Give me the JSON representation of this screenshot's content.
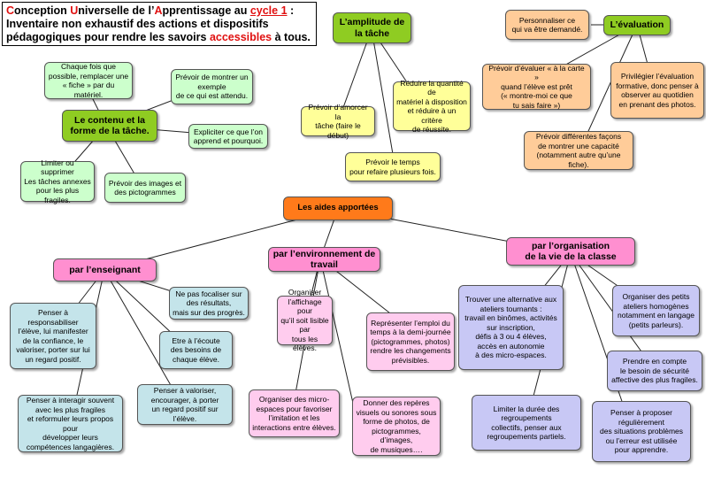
{
  "title": {
    "line1_c": "C",
    "line1_part1": "onception ",
    "line1_u": "U",
    "line1_part2": "niverselle de l’",
    "line1_a": "A",
    "line1_part3": "pprentissage au ",
    "line1_cycle": "cycle 1",
    "line1_part4": " :",
    "line2": "Inventaire non exhaustif des actions et dispositifs",
    "line3_part1": "pédagogiques pour rendre les savoirs ",
    "line3_accessible": "accessibles",
    "line3_part2": " à tous."
  },
  "nodes": {
    "contenu": "Le contenu et la\nforme de la tâche.",
    "fiche": "Chaque fois que\npossible, remplacer une\n« fiche » par du matériel.",
    "montrer": "Prévoir de montrer un\nexemple\nde ce qui est attendu.",
    "expliciter": "Expliciter ce que l’on\napprend et pourquoi.",
    "limiter_taches": "Limiter ou supprimer\nLes tâches annexes\npour les plus fragiles.",
    "images": "Prévoir des images et\ndes pictogrammes",
    "amplitude": "L’amplitude de\nla tâche",
    "amorcer": "Prévoir d’amorcer la\ntâche (faire le début)",
    "reduire": "Réduire la quantité de\nmatériel à disposition\net réduire à un critère\nde réussite.",
    "temps": "Prévoir le temps\npour refaire plusieurs fois.",
    "personnaliser": "Personnaliser ce\nqui va être demandé.",
    "evaluation": "L’évaluation",
    "evaluer_carte": "Prévoir d’évaluer « à la carte »\nquand l’élève est prêt\n(« montre-moi ce que\ntu sais faire »)",
    "privilegier": "Privilégier l’évaluation\nformative, donc penser à\nobserver au quotidien\nen prenant des photos.",
    "facons": "Prévoir différentes façons\nde montrer une capacité\n(notamment autre qu’une fiche).",
    "aides": "Les aides apportées",
    "enseignant": "par l’enseignant",
    "environnement": "par l’environnement de\ntravail",
    "organisation": "par l’organisation\nde la vie de la classe",
    "focaliser": "Ne pas focaliser sur\ndes résultats,\nmais sur des progrès.",
    "responsabiliser": "Penser à responsabiliser\nl’élève, lui manifester\nde la  confiance, le\nvaloriser, porter sur lui\nun regard positif.",
    "ecoute": "Etre à l’écoute\ndes besoins de\nchaque élève.",
    "interagir": "Penser à interagir souvent\navec les plus fragiles\net reformuler leurs propos pour\ndévelopper leurs\ncompétences langagières.",
    "valoriser": "Penser à valoriser,\nencourager, à porter\nun regard positif sur l’élève.",
    "affichage": "Organiser\nl’affichage pour\nqu’il soit lisible par\ntous les élèves.",
    "emploi": "Représenter l’emploi du\ntemps à la demi-journée\n(pictogrammes, photos)\nrendre les changements\nprévisibles.",
    "micro_espaces": "Organiser des micro-\nespaces pour favoriser\nl’imitation et les\ninteractions entre élèves.",
    "reperes": "Donner des repères\nvisuels ou sonores sous\nforme de photos, de\npictogrammes, d’images,\nde musiques….",
    "alternative": "Trouver une alternative aux\nateliers tournants :\ntravail en binômes, activités\nsur inscription,\ndéfis à 3 ou 4 élèves,\naccès en autonomie\nà des micro-espaces.",
    "ateliers": "Organiser des petits\nateliers homogènes\nnotamment en langage\n(petits parleurs).",
    "securite": "Prendre en compte\nle besoin de sécurité\naffective des plus fragiles.",
    "duree": "Limiter la durée des\nregroupements\ncollectifs, penser aux\nregroupements partiels.",
    "regulierement": "Penser à proposer\nrégulièrement\ndes situations problèmes\nou l’erreur est utilisée\npour apprendre."
  }
}
